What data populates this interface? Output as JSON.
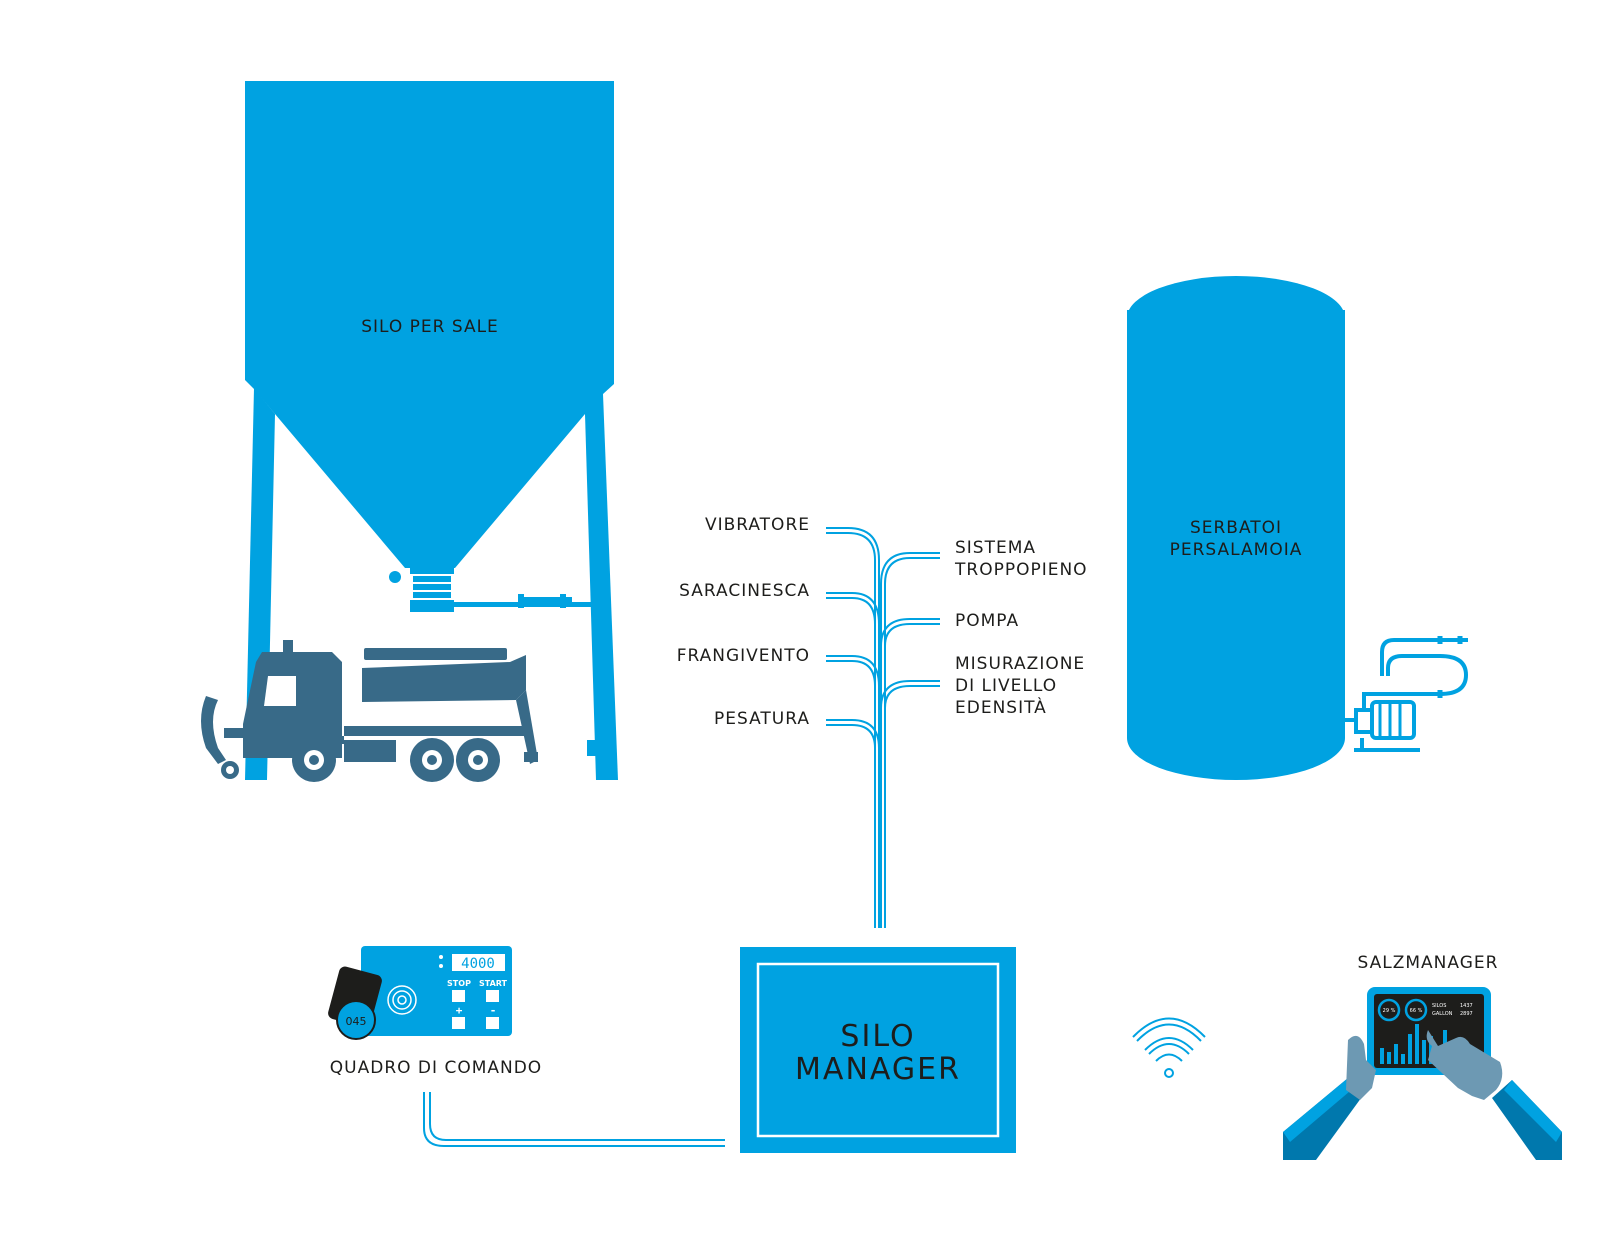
{
  "colors": {
    "blue": "#00a2e1",
    "truck": "#386a88",
    "hand": "#6d99b3",
    "sleeve": "#0078ad",
    "text": "#1d1d1b"
  },
  "labels": {
    "silo": "SILO PER SALE",
    "brine_tank": [
      "SERBATOI",
      "PERSALAMOIA"
    ],
    "left_items": [
      "VIBRATORE",
      "SARACINESCA",
      "FRANGIVENTO",
      "PESATURA"
    ],
    "right_items": [
      [
        "SISTEMA",
        "TROPPOPIENO"
      ],
      [
        "POMPA"
      ],
      [
        "MISURAZIONE",
        "DI LIVELLO",
        "EDENSITÀ"
      ]
    ],
    "control_panel": "QUADRO DI COMANDO",
    "salzmanager": "SALZMANAGER",
    "silo_manager": [
      "SILO",
      "MANAGER"
    ]
  },
  "control_panel": {
    "display": "4000",
    "stop": "STOP",
    "start": "START",
    "plus": "+",
    "minus": "-",
    "tag": "045"
  },
  "tablet": {
    "gauge1": "29 %",
    "gauge2": "66 %",
    "col1": [
      "SILOS",
      "GALLON"
    ],
    "col2": [
      "1437",
      "2897"
    ]
  },
  "icons": [
    "silo-icon",
    "truck-icon",
    "brine-tank-icon",
    "pump-icon",
    "control-panel-icon",
    "wifi-icon",
    "tablet-icon"
  ]
}
